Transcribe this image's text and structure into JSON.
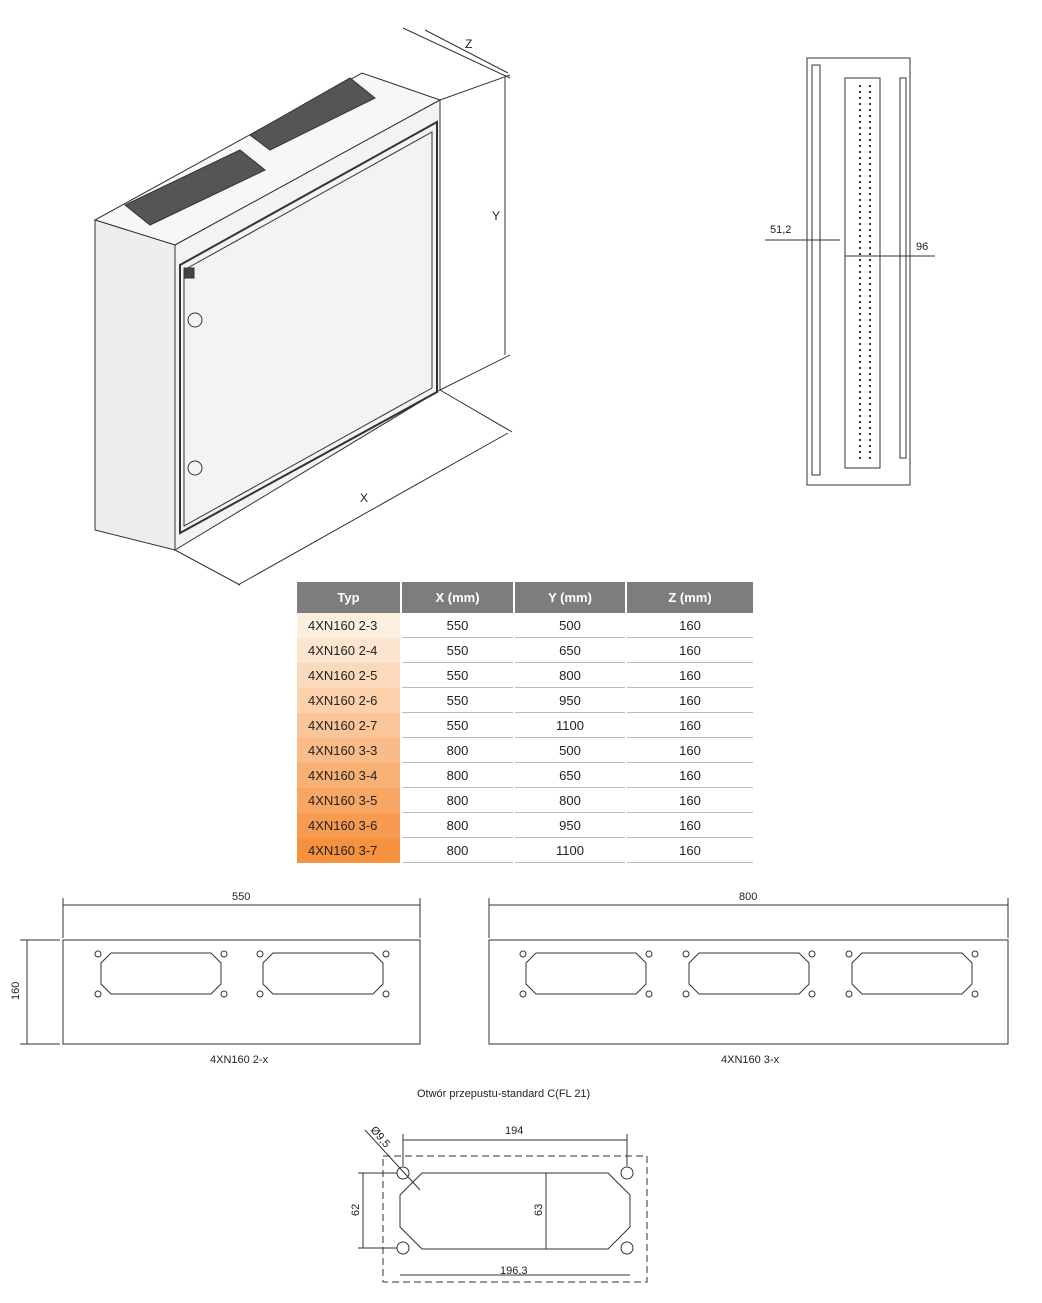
{
  "iso_view": {
    "dim_x": "X",
    "dim_y": "Y",
    "dim_z": "Z"
  },
  "side_view": {
    "dim_left": "51,2",
    "dim_right": "96"
  },
  "table": {
    "headers": [
      "Typ",
      "X (mm)",
      "Y (mm)",
      "Z (mm)"
    ],
    "rows": [
      [
        "4XN160 2-3",
        "550",
        "500",
        "160"
      ],
      [
        "4XN160 2-4",
        "550",
        "650",
        "160"
      ],
      [
        "4XN160 2-5",
        "550",
        "800",
        "160"
      ],
      [
        "4XN160 2-6",
        "550",
        "950",
        "160"
      ],
      [
        "4XN160 2-7",
        "550",
        "1100",
        "160"
      ],
      [
        "4XN160 3-3",
        "800",
        "500",
        "160"
      ],
      [
        "4XN160 3-4",
        "800",
        "650",
        "160"
      ],
      [
        "4XN160 3-5",
        "800",
        "800",
        "160"
      ],
      [
        "4XN160 3-6",
        "800",
        "950",
        "160"
      ],
      [
        "4XN160 3-7",
        "800",
        "1100",
        "160"
      ]
    ],
    "gradient_colors": [
      "#fdefe0",
      "#f6913f"
    ],
    "header_color": "#7d7d7d"
  },
  "plates": [
    {
      "width": "550",
      "height": "160",
      "caption": "4XN160 2-x",
      "openings": 2
    },
    {
      "width": "800",
      "caption": "4XN160 3-x",
      "openings": 3
    }
  ],
  "cutout": {
    "title": "Otwór przepustu-standard C(FL 21)",
    "hole_dia": "Ø9,5",
    "hole_spacing_x": "194",
    "hole_spacing_y": "62",
    "opening_height": "63",
    "overall_width": "196,3"
  }
}
